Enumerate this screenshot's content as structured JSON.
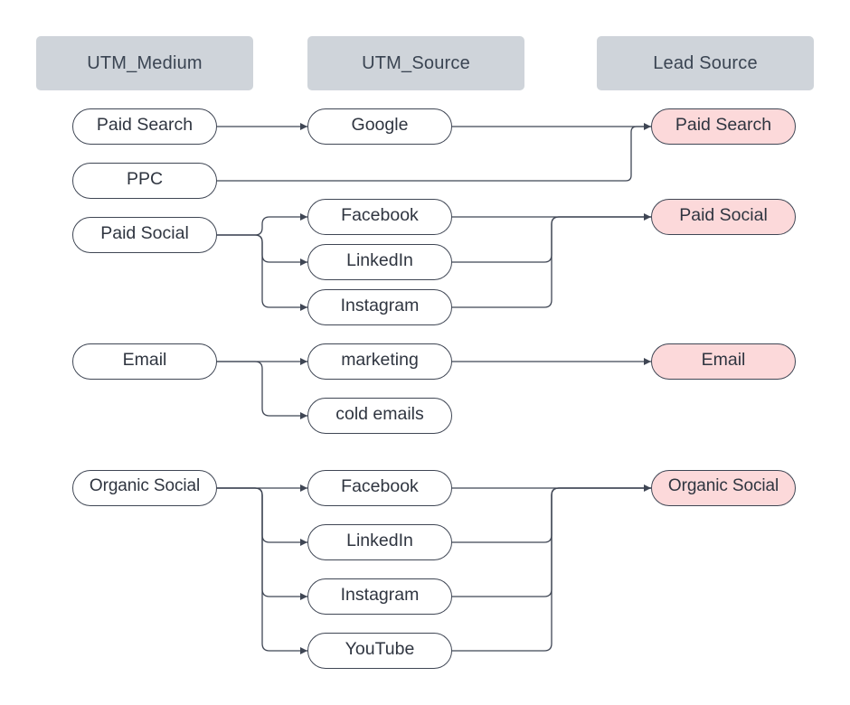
{
  "headers": {
    "medium": "UTM_Medium",
    "source": "UTM_Source",
    "lead": "Lead Source"
  },
  "medium": {
    "paid_search": "Paid Search",
    "ppc": "PPC",
    "paid_social": "Paid Social",
    "email": "Email",
    "organic_social": "Organic Social"
  },
  "source": {
    "google": "Google",
    "paid_facebook": "Facebook",
    "paid_linkedin": "LinkedIn",
    "paid_instagram": "Instagram",
    "marketing": "marketing",
    "cold_emails": "cold emails",
    "organic_facebook": "Facebook",
    "organic_linkedin": "LinkedIn",
    "organic_instagram": "Instagram",
    "organic_youtube": "YouTube"
  },
  "lead": {
    "paid_search": "Paid Search",
    "paid_social": "Paid Social",
    "email": "Email",
    "organic_social": "Organic Social"
  },
  "colors": {
    "header_fill": "#cfd4da",
    "lead_fill": "#fcd9da",
    "stroke": "#3f4654"
  }
}
